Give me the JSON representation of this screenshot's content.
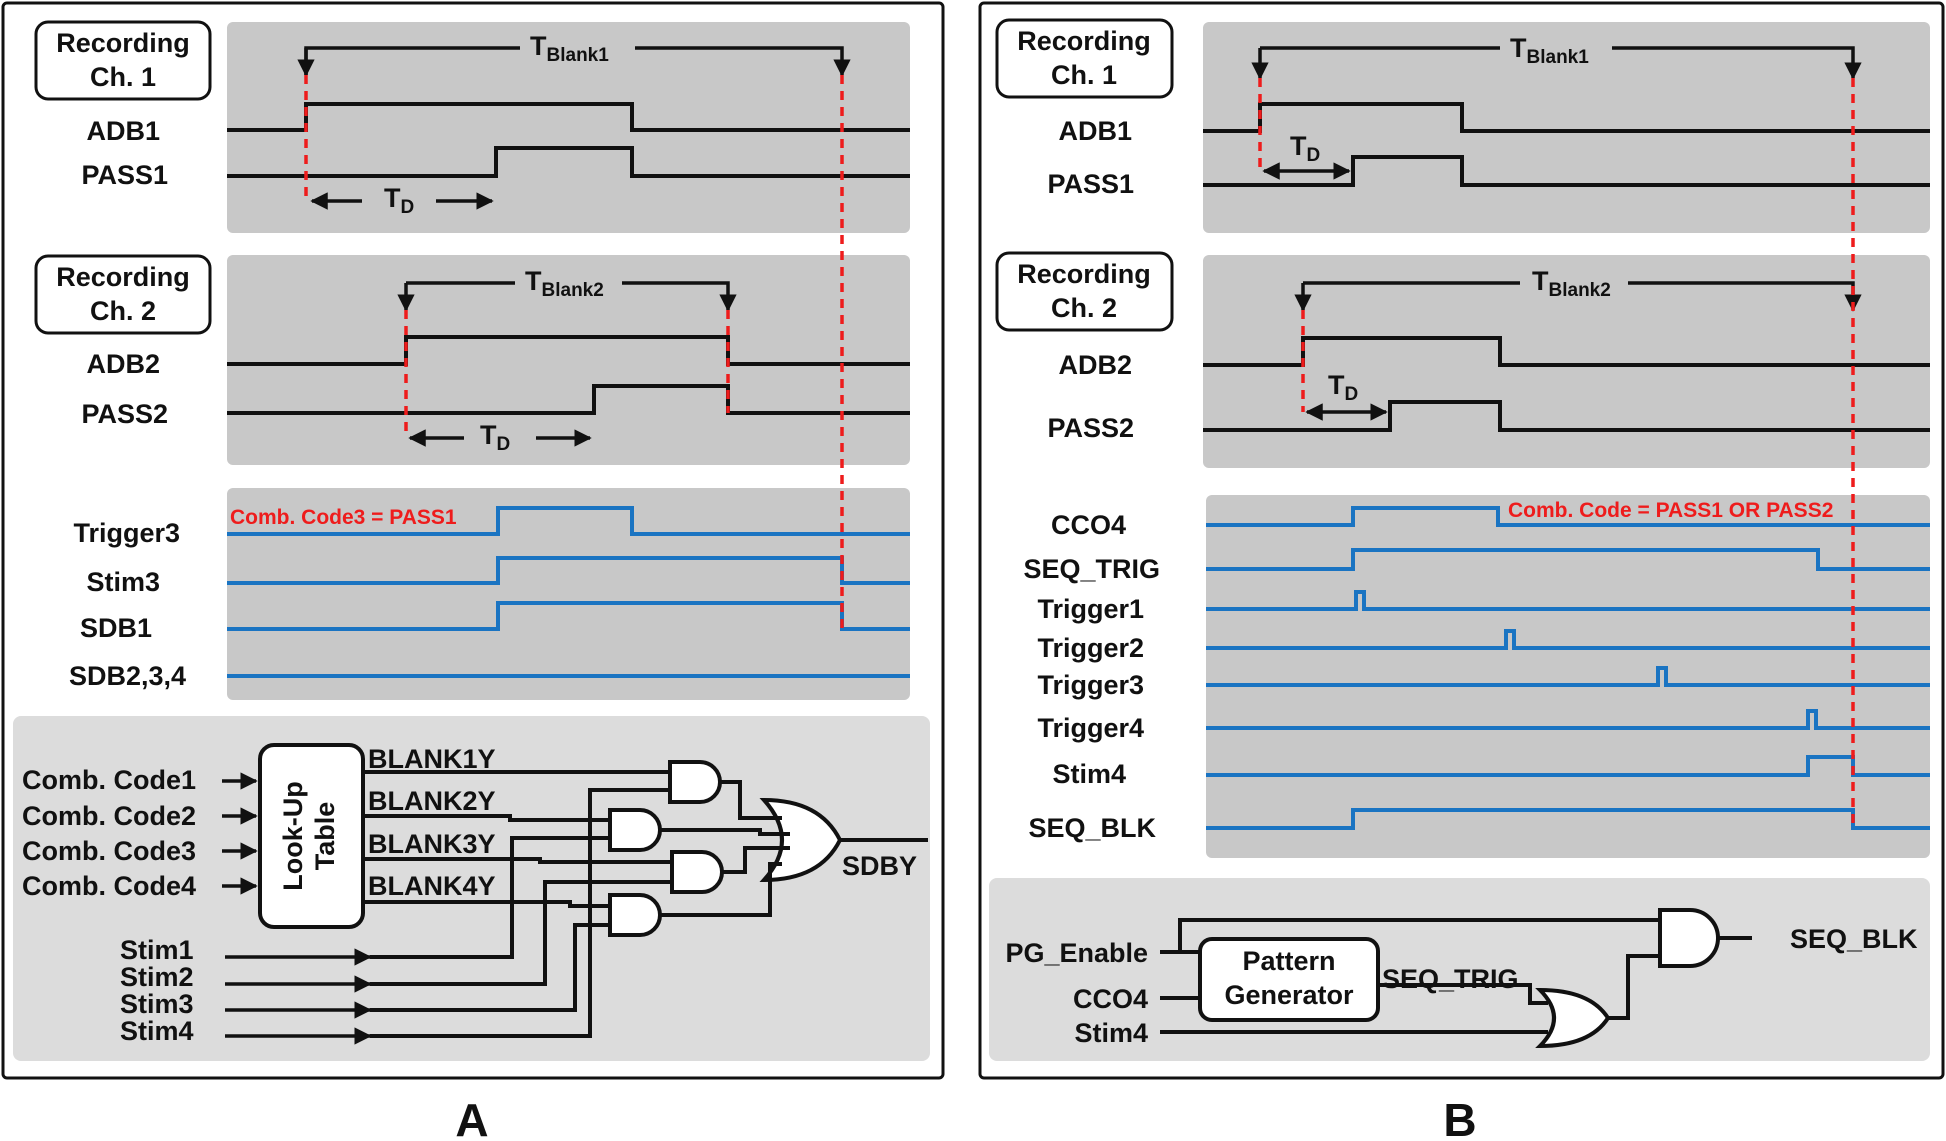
{
  "figure": {
    "panel_a": {
      "letter": "A",
      "ch1": {
        "box": [
          "Recording",
          "Ch. 1"
        ],
        "t_blank": "T",
        "t_blank_sub": "Blank1",
        "sig1": "ADB1",
        "sig2": "PASS1",
        "td": "T",
        "td_sub": "D"
      },
      "ch2": {
        "box": [
          "Recording",
          "Ch. 2"
        ],
        "t_blank": "T",
        "t_blank_sub": "Blank2",
        "sig1": "ADB2",
        "sig2": "PASS2",
        "td": "T",
        "td_sub": "D"
      },
      "stim": {
        "annotation": "Comb. Code3 = PASS1",
        "signals": [
          "Trigger3",
          "Stim3",
          "SDB1",
          "SDB2,3,4"
        ]
      },
      "logic": {
        "inputs": [
          "Comb. Code1",
          "Comb. Code2",
          "Comb. Code3",
          "Comb. Code4"
        ],
        "lut": [
          "Look-Up",
          "Table"
        ],
        "blanks": [
          "BLANK1Y",
          "BLANK2Y",
          "BLANK3Y",
          "BLANK4Y"
        ],
        "stims": [
          "Stim1",
          "Stim2",
          "Stim3",
          "Stim4"
        ],
        "output": "SDBY"
      }
    },
    "panel_b": {
      "letter": "B",
      "ch1": {
        "box": [
          "Recording",
          "Ch. 1"
        ],
        "t_blank": "T",
        "t_blank_sub": "Blank1",
        "sig1": "ADB1",
        "sig2": "PASS1",
        "td": "T",
        "td_sub": "D"
      },
      "ch2": {
        "box": [
          "Recording",
          "Ch. 2"
        ],
        "t_blank": "T",
        "t_blank_sub": "Blank2",
        "sig1": "ADB2",
        "sig2": "PASS2",
        "td": "T",
        "td_sub": "D"
      },
      "seq": {
        "annotation": "Comb. Code = PASS1 OR PASS2",
        "signals": [
          "CCO4",
          "SEQ_TRIG",
          "Trigger1",
          "Trigger2",
          "Trigger3",
          "Trigger4",
          "Stim4",
          "SEQ_BLK"
        ]
      },
      "logic": {
        "inputs": [
          "PG_Enable",
          "CCO4",
          "Stim4"
        ],
        "pg": [
          "Pattern",
          "Generator"
        ],
        "seq_trig": "SEQ_TRIG",
        "output": "SEQ_BLK"
      }
    }
  }
}
